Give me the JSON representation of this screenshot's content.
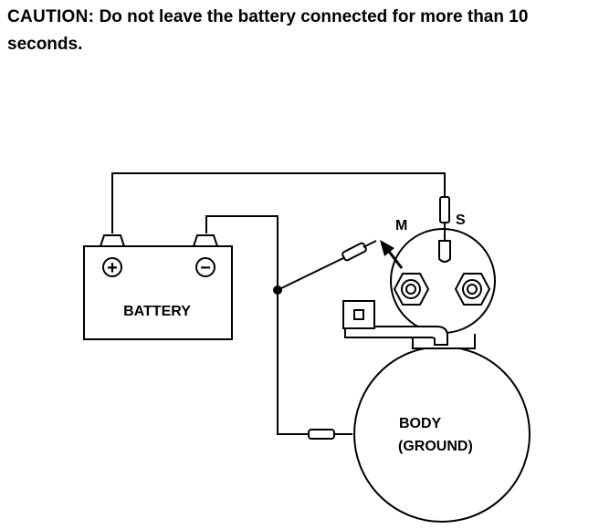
{
  "caution": {
    "lead": "CAUTION:",
    "text": "Do not leave the battery connected for more than 10 seconds."
  },
  "diagram": {
    "battery_label": "BATTERY",
    "battery_plus": "+",
    "battery_minus": "−",
    "body_label_1": "BODY",
    "body_label_2": "(GROUND)",
    "terminal_m": "M",
    "terminal_s": "S"
  }
}
